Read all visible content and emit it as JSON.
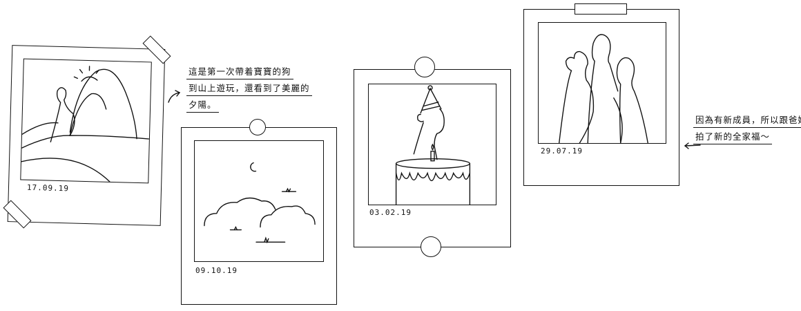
{
  "photos": [
    {
      "id": "photo-1",
      "date": "17.09.19",
      "scene": "person-mountains-sunset"
    },
    {
      "id": "photo-2",
      "date": "09.10.19",
      "scene": "night-clouds"
    },
    {
      "id": "photo-3",
      "date": "03.02.19",
      "scene": "birthday-cake"
    },
    {
      "id": "photo-4",
      "date": "29.07.19",
      "scene": "family-three-people"
    }
  ],
  "notes": {
    "note1": {
      "lines": [
        "這是第一次帶着寶寶的狗",
        "到山上遊玩，還看到了美麗的",
        "夕陽。"
      ]
    },
    "note2": {
      "lines": [
        "因為有新成員，所以跟爸媽",
        "拍了新的全家福～"
      ]
    }
  },
  "icons": {
    "arrow1": "curved-arrow-icon",
    "arrow2": "left-arrow-icon"
  }
}
